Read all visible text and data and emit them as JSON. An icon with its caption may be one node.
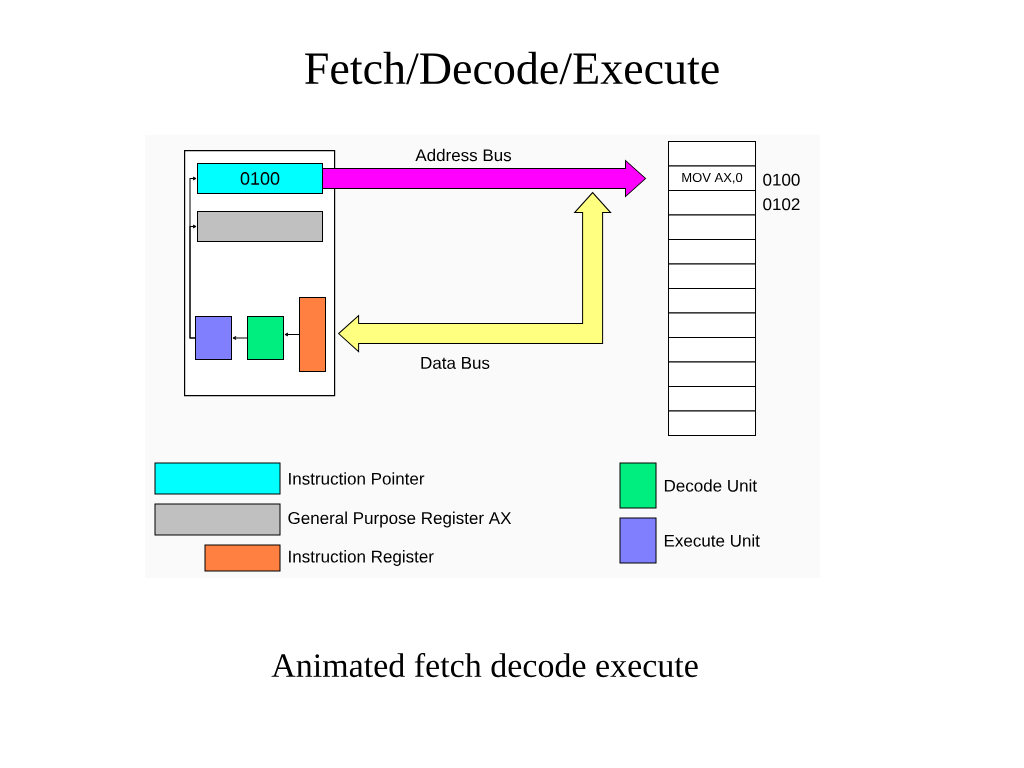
{
  "diagram": {
    "title": "Fetch/Decode/Execute",
    "caption": "Animated fetch decode execute",
    "nodes": [
      {
        "text": [],
        "shape": "box"
      },
      {
        "text": [
          "0100"
        ],
        "in": 0
      },
      {
        "text": [],
        "shape": "box",
        "in": 0
      },
      {
        "text": [],
        "shape": "box",
        "in": 0
      },
      {
        "text": [],
        "shape": "box",
        "in": 0
      },
      {
        "text": [],
        "shape": "box",
        "in": 0
      },
      {
        "text": [],
        "shape": "box"
      },
      {
        "text": [
          "MOV AX,0"
        ],
        "beside": [
          "0100"
        ]
      },
      {
        "text": [],
        "shape": "box",
        "beside": [
          "0102"
        ]
      },
      {
        "text": [],
        "shape": "box"
      },
      {
        "text": [],
        "shape": "box"
      },
      {
        "text": [],
        "shape": "box"
      },
      {
        "text": [],
        "shape": "box"
      },
      {
        "text": [],
        "shape": "box"
      },
      {
        "text": [],
        "shape": "box"
      },
      {
        "text": [],
        "shape": "box"
      },
      {
        "text": [],
        "shape": "box"
      },
      {
        "text": [],
        "shape": "box"
      }
    ],
    "edges": [
      {
        "from": 1,
        "to": 7,
        "arrow": "to",
        "label": "Address Bus",
        "style": "thick",
        "color": "#ff00ff"
      },
      {
        "from": null,
        "to": 0,
        "arrow": "both",
        "label": "Data Bus",
        "style": "thick",
        "color": "#ffff80"
      },
      {
        "from": 5,
        "to": 4,
        "arrow": "to"
      },
      {
        "from": 4,
        "to": 3,
        "arrow": "to"
      },
      {
        "from": 3,
        "to": 1,
        "arrow": "to"
      },
      {
        "from": 3,
        "to": 2,
        "arrow": "to"
      }
    ],
    "legend": [
      {
        "text": "Instruction Pointer",
        "color": "#00ffff"
      },
      {
        "text": "General Purpose Register AX",
        "color": "#c0c0c0"
      },
      {
        "text": "Instruction Register",
        "color": "#ff8040"
      },
      {
        "text": "Decode Unit",
        "color": "#00ee80"
      },
      {
        "text": "Execute Unit",
        "color": "#8080ff"
      }
    ]
  }
}
